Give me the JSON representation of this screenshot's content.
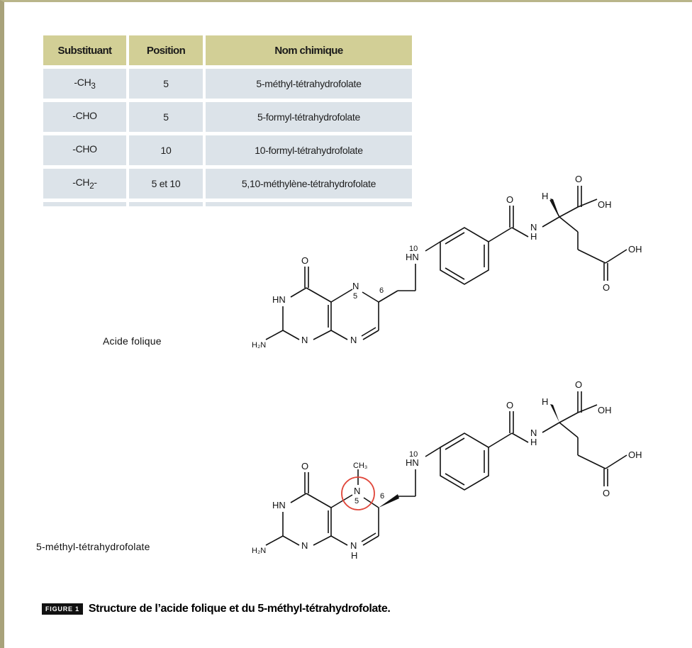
{
  "table": {
    "headers": [
      "Substituant",
      "Position",
      "Nom chimique"
    ],
    "rows": [
      {
        "sub": "-CH",
        "sub_sub": "3",
        "sub_tail": "",
        "pos": "5",
        "name": "5-méthyl-tétrahydrofolate"
      },
      {
        "sub": "-CHO",
        "sub_sub": "",
        "sub_tail": "",
        "pos": "5",
        "name": "5-formyl-tétrahydrofolate"
      },
      {
        "sub": "-CHO",
        "sub_sub": "",
        "sub_tail": "",
        "pos": "10",
        "name": "10-formyl-tétrahydrofolate"
      },
      {
        "sub": "-CH",
        "sub_sub": "2",
        "sub_tail": "-",
        "pos": "5 et 10",
        "name": "5,10-méthylène-tétrahydrofolate"
      }
    ]
  },
  "structures": {
    "folic_acid_label": "Acide folique",
    "mthf_label": "5-méthyl-tétrahydrofolate"
  },
  "atoms": {
    "O": "O",
    "OH": "OH",
    "N": "N",
    "H": "H",
    "HN": "HN",
    "H2N": "H₂N",
    "CH3": "CH₃",
    "n5": "5",
    "n6": "6",
    "n10": "10"
  },
  "highlight_color": "#e0463a",
  "caption": {
    "badge": "FIGURE 1",
    "text": "Structure de l’acide folique et du 5-méthyl-tétrahydrofolate."
  }
}
